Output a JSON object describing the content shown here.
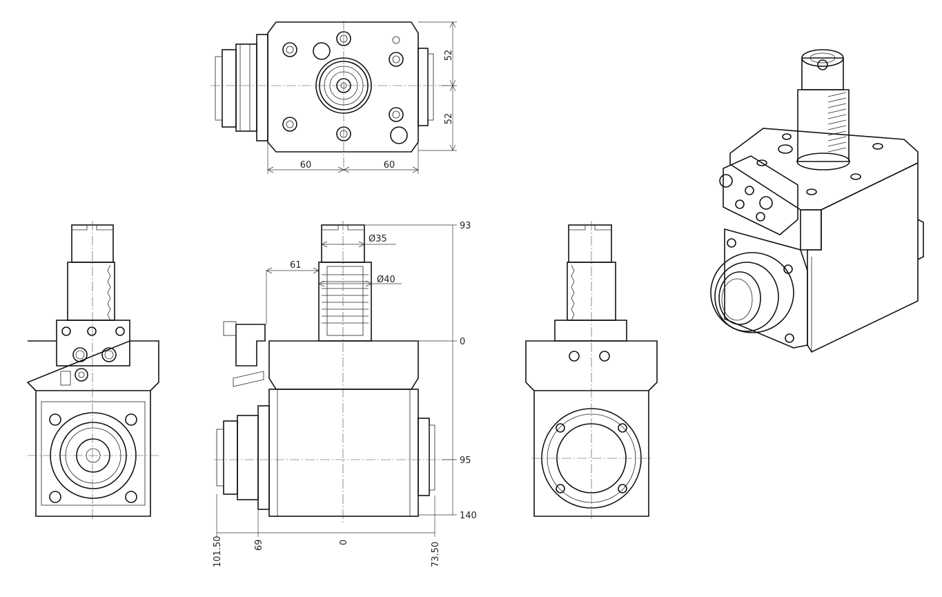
{
  "top_view": {
    "dim_vertical_upper": "52",
    "dim_vertical_lower": "52",
    "dim_horizontal_left": "60",
    "dim_horizontal_right": "60"
  },
  "front_view": {
    "dim_diameter_upper": "Ø35",
    "dim_diameter_lower": "Ø40",
    "dim_offset": "61",
    "vertical_levels": [
      "93",
      "0",
      "95",
      "140"
    ],
    "horizontal_levels": [
      "101.50",
      "69",
      "0",
      "73.50"
    ]
  }
}
